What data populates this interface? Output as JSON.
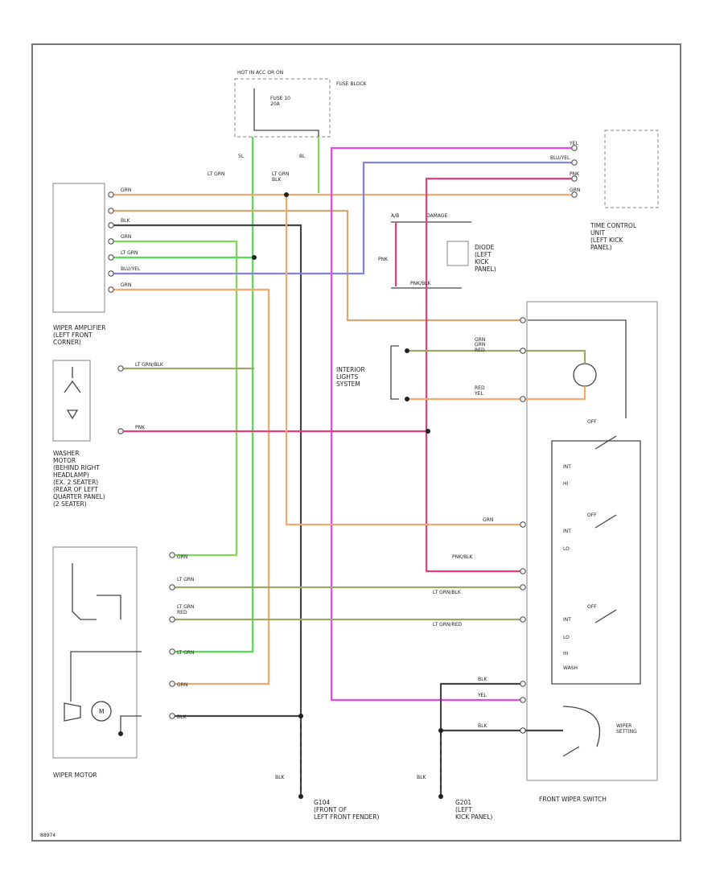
{
  "colors": {
    "orange": "#f5a86b",
    "tan": "#d9a870",
    "black": "#444444",
    "green": "#7ed957",
    "light_green": "#52e052",
    "blue": "#8080f0",
    "pink": "#ef3c78",
    "magenta": "#ee44ee",
    "olive": "#9aa96a"
  },
  "fuse_block": {
    "hot_label": "HOT IN ACC OR ON",
    "fuse_label": "FUSE 10\n20A",
    "block_label": "FUSE BLOCK"
  },
  "wire_labels": {
    "fuse_left": "LT GRN",
    "fuse_right": "LT GRN\nBLK",
    "amp_1": "GRN",
    "amp_3": "BLK",
    "amp_4": "GRN",
    "amp_5": "LT GRN",
    "amp_6": "BLU/YEL",
    "amp_7": "GRN",
    "time_1": "YEL",
    "time_2": "BLU/YEL",
    "time_3": "PNK",
    "time_4": "GRN",
    "pnk": "PNK",
    "pnk_blk": "PNK/BLK",
    "grn_a": "GRN",
    "grn_red": "GRN\nRED",
    "red_yel": "RED\nYEL",
    "grn_sw": "GRN",
    "pnk_blk_sw": "PNK/BLK",
    "lt_grn_blk": "LT GRN/BLK",
    "lt_grn_red": "LT GRN/RED",
    "wash_lt": "LT GRN/BLK",
    "wash_pnk": "PNK",
    "motor_grn": "GRN",
    "motor_ltgrn1": "LT GRN",
    "motor_red": "LT GRN\nRED",
    "motor_ltgrn": "LT GRN",
    "motor_grn2": "GRN",
    "motor_blk": "BLK",
    "blk_a": "BLK",
    "yel_sw": "YEL",
    "blk_sw": "BLK",
    "gnd_blk1": "BLK",
    "gnd_blk2": "BLK"
  },
  "components": {
    "time_control": "TIME CONTROL\nUNIT\n(LEFT KICK\nPANEL)",
    "diode": "DIODE\n(LEFT\nKICK\nPANEL)",
    "diode_a": "A/B",
    "diode_b": "DAMAGE",
    "wiper_amp": "WIPER AMPLIFIER\n(LEFT FRONT\nCORNER)",
    "interior_lights": "INTERIOR\nLIGHTS\nSYSTEM",
    "washer_motor": "WASHER\nMOTOR\n(BEHIND RIGHT\nHEADLAMP)\n(EX. 2 SEATER)\n(REAR OF LEFT\nQUARTER PANEL)\n(2 SEATER)",
    "wiper_motor": "WIPER MOTOR",
    "ground1": "G104\n(FRONT OF\nLEFT FRONT FENDER)",
    "ground2": "G201\n(LEFT\nKICK PANEL)",
    "front_wiper_switch": "FRONT WIPER SWITCH",
    "wiper_settings": "WIPER\nSETTING",
    "switch_int": "INT",
    "switch_lo": "LO",
    "switch_hi": "HI",
    "switch_wash": "WASH",
    "switch_off": "OFF",
    "motor_m": "M",
    "footer": "88974"
  }
}
